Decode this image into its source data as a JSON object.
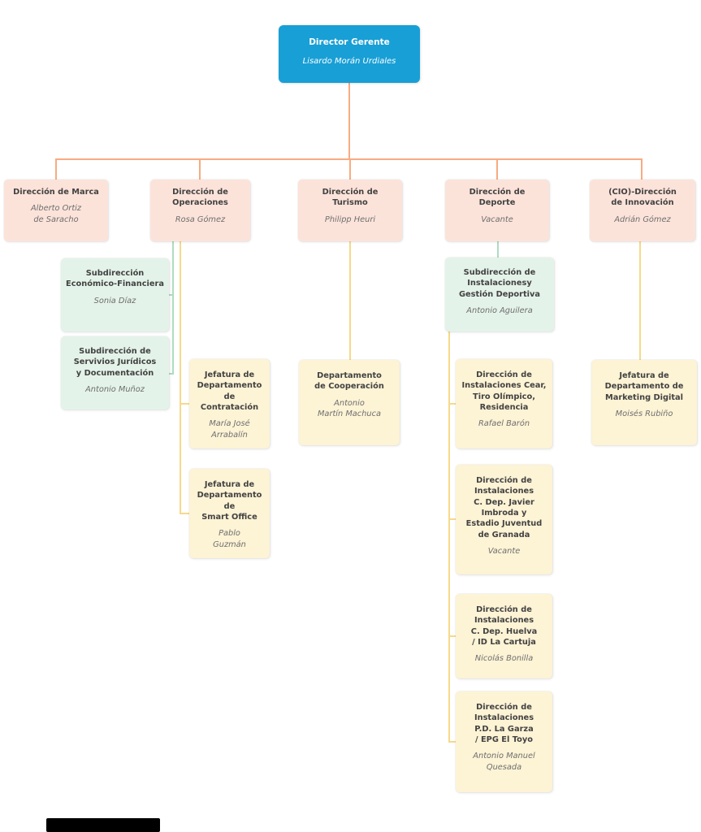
{
  "colors": {
    "box_director": "#189fd6",
    "box_direction": "#fce3da",
    "box_subdirection": "#e4f3e9",
    "box_department": "#fdf3d5",
    "line_orange": "#f8ab81",
    "line_green": "#afdcc0",
    "line_yellow": "#f6d98b"
  },
  "nodes": {
    "director": {
      "title": "Director Gerente",
      "person": "Lisardo Morán Urdiales"
    },
    "marca": {
      "title": "Dirección de Marca",
      "person": "Alberto Ortiz\nde Saracho"
    },
    "operaciones": {
      "title": "Dirección de\nOperaciones",
      "person": "Rosa Gómez"
    },
    "turismo": {
      "title": "Dirección de\nTurismo",
      "person": "Philipp Heuri"
    },
    "deporte": {
      "title": "Dirección de\nDeporte",
      "person": "Vacante"
    },
    "innovacion": {
      "title": "(CIO)-Dirección\nde Innovación",
      "person": "Adrián Gómez"
    },
    "sub_economico": {
      "title": "Subdirección\nEconómico-Financiera",
      "person": "Sonia Díaz"
    },
    "sub_juridicos": {
      "title": "Subdirección de\nServivios Jurídicos\ny Documentación",
      "person": "Antonio Muñoz"
    },
    "jef_contratacion": {
      "title": "Jefatura de\nDepartamento de\nContratación",
      "person": "María José\nArrabalín"
    },
    "jef_smartoffice": {
      "title": "Jefatura de\nDepartamento de\nSmart Office",
      "person": "Pablo\nGuzmán"
    },
    "dep_cooperacion": {
      "title": "Departamento\nde Cooperación",
      "person": "Antonio\nMartín Machuca"
    },
    "sub_instalaciones": {
      "title": "Subdirección de\nInstalacionesy\nGestión Deportiva",
      "person": "Antonio Aguilera"
    },
    "dir_cear": {
      "title": "Dirección de\nInstalaciones Cear,\nTiro Olímpico,\nResidencia",
      "person": "Rafael Barón"
    },
    "dir_imbroda": {
      "title": "Dirección de\nInstalaciones\nC. Dep. Javier\nImbroda y\nEstadio Juventud\nde Granada",
      "person": "Vacante"
    },
    "dir_huelva": {
      "title": "Dirección de\nInstalaciones\nC. Dep. Huelva\n/ ID La Cartuja",
      "person": "Nicolás Bonilla"
    },
    "dir_garza": {
      "title": "Dirección de\nInstalaciones\nP.D. La Garza\n/ EPG El Toyo",
      "person": "Antonio Manuel\nQuesada"
    },
    "jef_marketing": {
      "title": "Jefatura de\nDepartamento de\nMarketing Digital",
      "person": "Moisés Rubiño"
    }
  }
}
